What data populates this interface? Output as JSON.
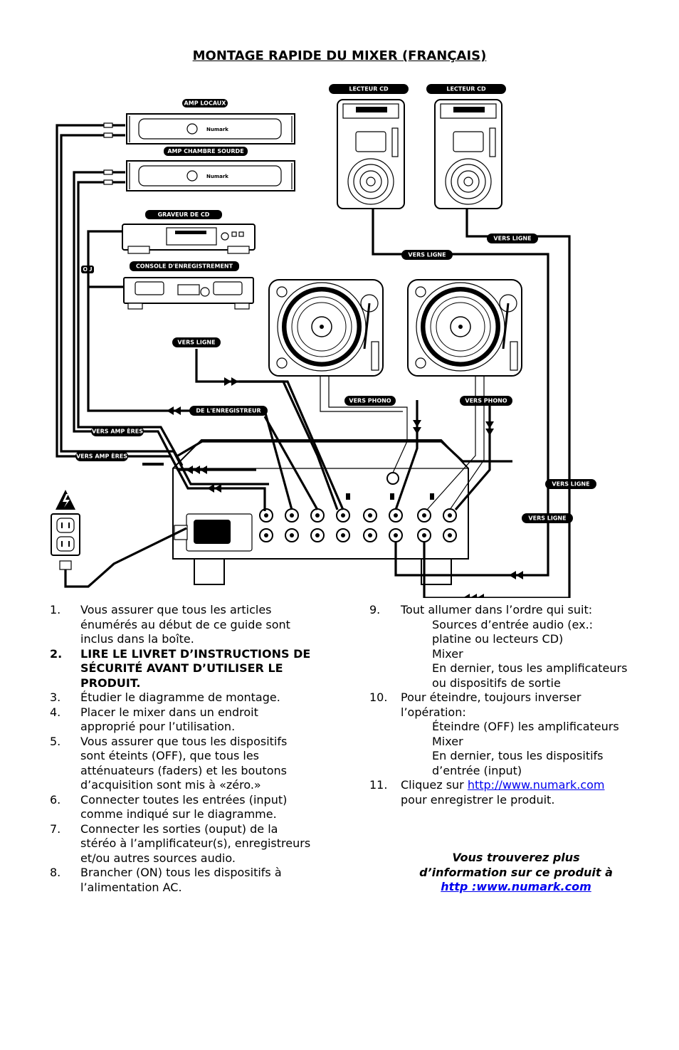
{
  "page": {
    "title": "MONTAGE RAPIDE DU MIXER  (FRANÇAIS)"
  },
  "diagram": {
    "labels": {
      "amp_locaux": "AMP LOCAUX",
      "amp_chambre": "AMP CHAMBRE SOURDE",
      "graveur": "GRAVEUR DE CD",
      "ou": "OU",
      "console": "CONSOLE D'ENREGISTREMENT",
      "lecteur_cd_1": "LECTEUR CD",
      "lecteur_cd_2": "LECTEUR CD",
      "vers_ligne_cd2": "VERS LIGNE",
      "vers_ligne_cd1": "VERS LIGNE",
      "vers_ligne_rec": "VERS LIGNE",
      "vers_phono_1": "VERS PHONO",
      "vers_phono_2": "VERS PHONO",
      "de_enregistreur": "DE L'ENREGISTREUR",
      "vers_amperes_1": "VERS AMP ÈRES",
      "vers_amperes_2": "VERS AMP ÈRES",
      "vers_ligne_right_1": "VERS LIGNE",
      "vers_ligne_right_2": "VERS LIGNE",
      "numark_brand": "Numark"
    }
  },
  "steps_left": [
    {
      "num": "1.",
      "text": "Vous assurer que tous les articles énumérés au début de ce guide sont inclus dans la boîte.",
      "bold": false
    },
    {
      "num": "2.",
      "text": "LIRE LE LIVRET D’INSTRUCTIONS DE SÉCURITÉ AVANT D’UTILISER LE PRODUIT.",
      "bold": true
    },
    {
      "num": "3.",
      "text": "Étudier le diagramme de montage.",
      "bold": false
    },
    {
      "num": "4.",
      "text": "Placer le mixer dans un endroit approprié pour l’utilisation.",
      "bold": false
    },
    {
      "num": "5.",
      "text": "Vous assurer que tous les dispositifs sont éteints (OFF), que tous les atténuateurs (faders) et les boutons d’acquisition sont mis à «zéro.»",
      "bold": false
    },
    {
      "num": "6.",
      "text": "Connecter toutes les entrées (input) comme indiqué sur le diagramme.",
      "bold": false
    },
    {
      "num": "7.",
      "text": "Connecter les sorties (ouput) de la stéréo à l’amplificateur(s), enregistreurs et/ou autres sources audio.",
      "bold": false
    },
    {
      "num": "8.",
      "text": "Brancher (ON) tous les dispositifs à l’alimentation AC.",
      "bold": false
    }
  ],
  "steps_right": {
    "s9": {
      "num": "9.",
      "text": "Tout allumer dans l’ordre qui suit:",
      "subs": [
        "Sources d’entrée audio (ex.: platine ou lecteurs CD)",
        "Mixer",
        "En dernier, tous les amplificateurs ou dispositifs de sortie"
      ]
    },
    "s10": {
      "num": "10.",
      "text": "Pour éteindre, toujours inverser l’opération:",
      "subs": [
        "Éteindre (OFF) les amplificateurs",
        "Mixer",
        "En dernier, tous les dispositifs d’entrée (input)"
      ]
    },
    "s11": {
      "num": "11.",
      "pre": "Cliquez sur ",
      "link": "http://www.numark.com",
      "post": "pour enregistrer le produit."
    }
  },
  "more_info": {
    "line1": "Vous trouverez  plus",
    "line2": "d’information sur ce produit  à",
    "link": "http :www.numark.com"
  }
}
